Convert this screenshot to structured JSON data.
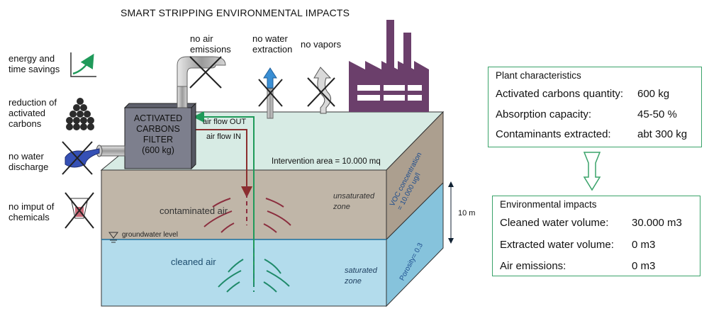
{
  "title": "SMART STRIPPING ENVIRONMENTAL IMPACTS",
  "benefits": {
    "energy": [
      "energy and",
      "time savings"
    ],
    "carbons": [
      "reduction of",
      "activated",
      "carbons"
    ],
    "water_discharge": [
      "no water",
      "discharge"
    ],
    "chemicals": [
      "no imput of",
      "chemicals"
    ],
    "air_emissions": [
      "no air",
      "emissions"
    ],
    "water_extraction": [
      "no water",
      "extraction"
    ],
    "vapors": "no vapors"
  },
  "filter": [
    "ACTIVATED",
    "CARBONS",
    "FILTER",
    "(600 kg)"
  ],
  "flows": {
    "out": "air flow OUT",
    "in": "air flow IN"
  },
  "ground": {
    "intervention": "Intervention area = 10.000 mq",
    "contaminated_air": "contaminated air",
    "unsaturated": [
      "unsaturated",
      "zone"
    ],
    "groundwater_level": "groundwater level",
    "cleaned_air": "cleaned air",
    "saturated": [
      "saturated",
      "zone"
    ],
    "voc": [
      "VOC concentration",
      "= 10.000 ug/l"
    ],
    "porosity": "Porosity= 0.3",
    "depth": "10 m"
  },
  "plant": {
    "header": "Plant characteristics",
    "rows": [
      {
        "label": "Activated carbons quantity:",
        "value": "600 kg"
      },
      {
        "label": "Absorption capacity:",
        "value": "45-50 %"
      },
      {
        "label": "Contaminants extracted:",
        "value": "abt 300 kg"
      }
    ]
  },
  "impacts": {
    "header": "Environmental impacts",
    "rows": [
      {
        "label": "Cleaned water volume:",
        "value": "30.000 m3"
      },
      {
        "label": "Extracted water volume:",
        "value": "0 m3"
      },
      {
        "label": "Air emissions:",
        "value": "0 m3"
      }
    ]
  },
  "colors": {
    "top_face": "#d7ebe4",
    "unsaturated": "#c0b6a8",
    "saturated": "#b3dcec",
    "side_upper": "#ac9f8f",
    "side_lower": "#86c3dc",
    "filter": "#7d7f8d",
    "factory": "#6b3f6b",
    "accent_green": "#3aa36a",
    "flow_in": "#8b2e2e",
    "cleaned": "#1f8a6a",
    "contaminated": "#8b2e3e"
  }
}
